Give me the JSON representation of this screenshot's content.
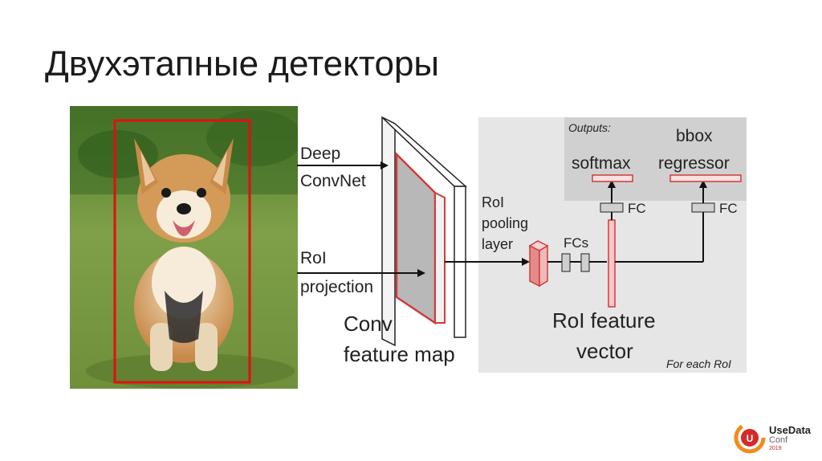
{
  "slide": {
    "title": "Двухэтапные детекторы"
  },
  "diagram": {
    "labels": {
      "deep_convnet_1": "Deep",
      "deep_convnet_2": "ConvNet",
      "roi_projection_1": "RoI",
      "roi_projection_2": "projection",
      "conv_feature_map_1": "Conv",
      "conv_feature_map_2": "feature map",
      "roi_pooling_1": "RoI",
      "roi_pooling_2": "pooling",
      "roi_pooling_3": "layer",
      "fcs": "FCs",
      "roi_feature_vector_1": "RoI feature",
      "roi_feature_vector_2": "vector",
      "outputs": "Outputs:",
      "softmax": "softmax",
      "bbox_1": "bbox",
      "bbox_2": "regressor",
      "fc_left": "FC",
      "fc_right": "FC",
      "for_each_roi": "For each RoI"
    },
    "colors": {
      "accent_red": "#d23a3a",
      "panel_grey": "#e6e6e6",
      "outputs_grey": "#d0d0d0"
    }
  },
  "logo": {
    "brand": "UseData",
    "conf": "Conf",
    "year": "2019"
  }
}
